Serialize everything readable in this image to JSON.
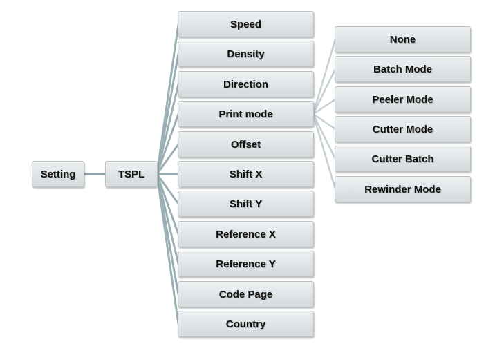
{
  "diagram": {
    "root": {
      "label": "Setting"
    },
    "level1": {
      "label": "TSPL"
    },
    "level2": [
      {
        "label": "Speed"
      },
      {
        "label": "Density"
      },
      {
        "label": "Direction"
      },
      {
        "label": "Print mode"
      },
      {
        "label": "Offset"
      },
      {
        "label": "Shift X"
      },
      {
        "label": "Shift Y"
      },
      {
        "label": "Reference X"
      },
      {
        "label": "Reference Y"
      },
      {
        "label": "Code Page"
      },
      {
        "label": "Country"
      }
    ],
    "print_mode_options": [
      {
        "label": "None"
      },
      {
        "label": "Batch Mode"
      },
      {
        "label": "Peeler Mode"
      },
      {
        "label": "Cutter Mode"
      },
      {
        "label": "Cutter Batch"
      },
      {
        "label": "Rewinder Mode"
      }
    ],
    "expanded_item": "Print mode",
    "colors": {
      "main_connector": "#9bb0b4",
      "sub_connector": "#c5d0d3",
      "node_border": "#b9bfc2",
      "text": "#111111"
    }
  }
}
